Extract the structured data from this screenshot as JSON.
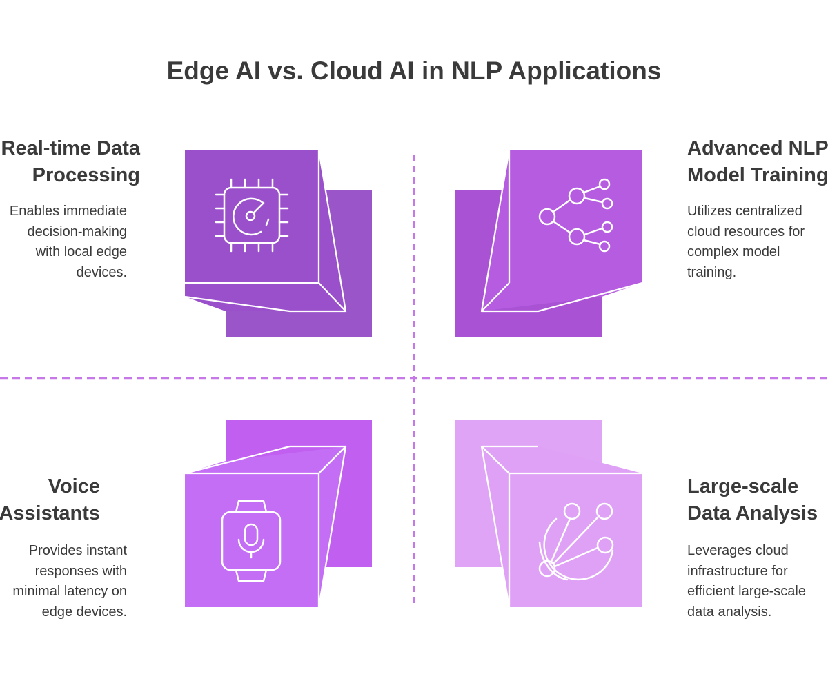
{
  "title": "Edge AI vs. Cloud AI in NLP Applications",
  "colors": {
    "q1_front": "#9a4fcb",
    "q1_back": "#9a55c8",
    "q2_front": "#b55ce0",
    "q2_back": "#aa52d4",
    "q3_front": "#c46ef5",
    "q3_back": "#c15ff0",
    "q4_front": "#dfa1f5",
    "q4_back": "#dfa4f5",
    "divider": "#c778e8",
    "text": "#3a3a3a"
  },
  "quadrants": {
    "real_time": {
      "heading_lines": [
        "Real-time Data",
        "Processing"
      ],
      "desc_lines": [
        "Enables immediate",
        "decision-making",
        "with local edge",
        "devices."
      ],
      "icon": "cpu-gauge-icon"
    },
    "advanced_nlp": {
      "heading_lines": [
        "Advanced NLP",
        "Model Training"
      ],
      "desc_lines": [
        "Utilizes centralized",
        "cloud resources for",
        "complex model",
        "training."
      ],
      "icon": "branch-network-icon"
    },
    "voice": {
      "heading_lines": [
        "Voice",
        "Assistants"
      ],
      "desc_lines": [
        "Provides instant",
        "responses with",
        "minimal latency on",
        "edge devices."
      ],
      "icon": "smartwatch-mic-icon"
    },
    "large_scale": {
      "heading_lines": [
        "Large-scale",
        "Data Analysis"
      ],
      "desc_lines": [
        "Leverages cloud",
        "infrastructure for",
        "efficient large-scale",
        "data analysis."
      ],
      "icon": "globe-network-icon"
    }
  }
}
